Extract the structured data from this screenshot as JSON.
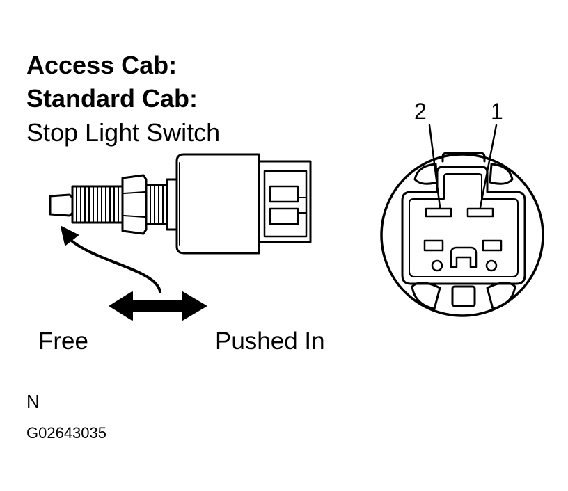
{
  "heading": {
    "line1": "Access Cab:",
    "line2": "Standard Cab:",
    "line3": "Stop Light Switch"
  },
  "states": {
    "free": "Free",
    "pushed_in": "Pushed In"
  },
  "connector": {
    "pin_left": "2",
    "pin_right": "1"
  },
  "footer": {
    "mark": "N",
    "code": "G02643035"
  }
}
